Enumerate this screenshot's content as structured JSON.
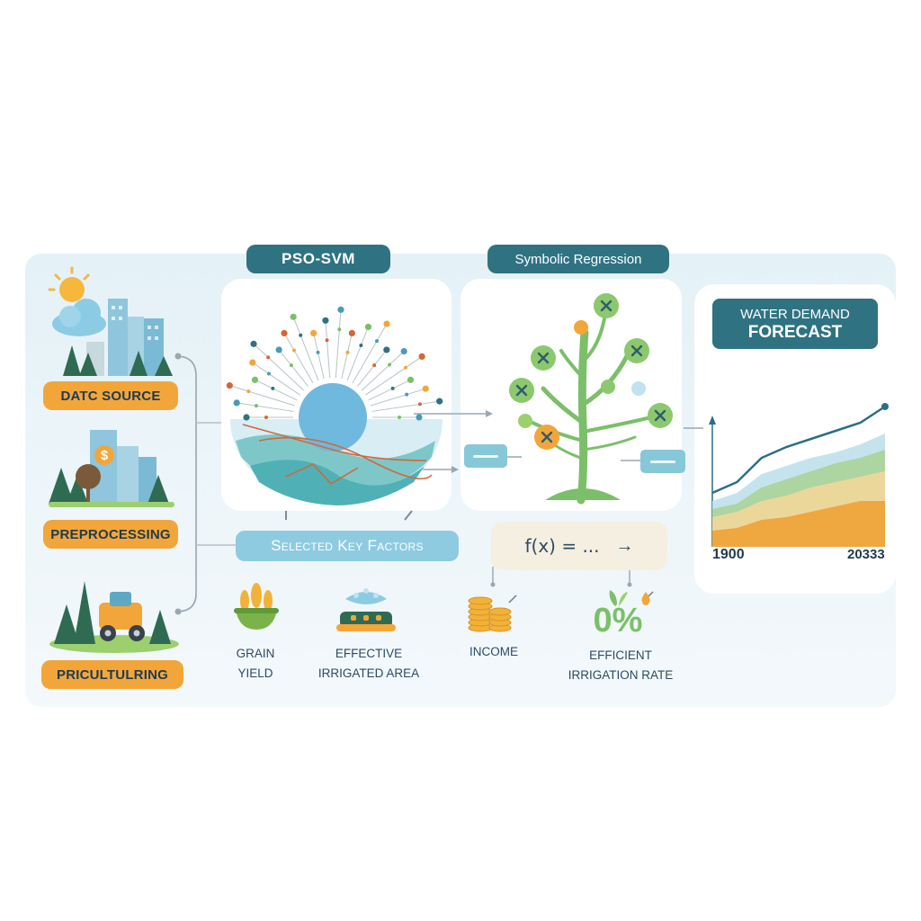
{
  "headers": {
    "pso_svm": "PSO-SVM",
    "symbolic_regression": "Symbolic Regression",
    "forecast_line1": "WATER DEMAND",
    "forecast_line2": "FORECAST"
  },
  "stages": {
    "data_source": "DATC SOURCE",
    "preprocessing": "PREPROCESSING",
    "agriculture": "PRICULTULRING"
  },
  "selected_factors_label": "Selected Key Factors",
  "formula": "f(x) = ...",
  "formula_arrow": "→",
  "factors": [
    {
      "line1": "GRAIN",
      "line2": "YIELD"
    },
    {
      "line1": "EFFECTIVE",
      "line2": "IRRIGATED AREA"
    },
    {
      "line1": "INCOME",
      "line2": ""
    },
    {
      "line1": "EFFICIENT",
      "line2": "IRRIGATION RATE"
    }
  ],
  "percent_icon_text": "0%",
  "chart_data": {
    "type": "area",
    "x_start_label": "1900",
    "x_end_label": "20333",
    "x": [
      0,
      1,
      2,
      3,
      4,
      5,
      6,
      7
    ],
    "series": [
      {
        "values": [
          6,
          7,
          10,
          11,
          13,
          15,
          17,
          17
        ],
        "color": "#f0a236"
      },
      {
        "values": [
          11,
          13,
          17,
          19,
          22,
          24,
          26,
          28
        ],
        "color": "#f3d79a"
      },
      {
        "values": [
          14,
          16,
          22,
          25,
          28,
          31,
          33,
          36
        ],
        "color": "#a8d39a"
      },
      {
        "values": [
          17,
          20,
          27,
          30,
          33,
          35,
          38,
          42
        ],
        "color": "#bfe0ea"
      },
      {
        "values": [
          20,
          24,
          33,
          37,
          40,
          43,
          46,
          52
        ],
        "color": "#2c6e88"
      }
    ],
    "ylim": [
      0,
      60
    ],
    "grid": false
  }
}
